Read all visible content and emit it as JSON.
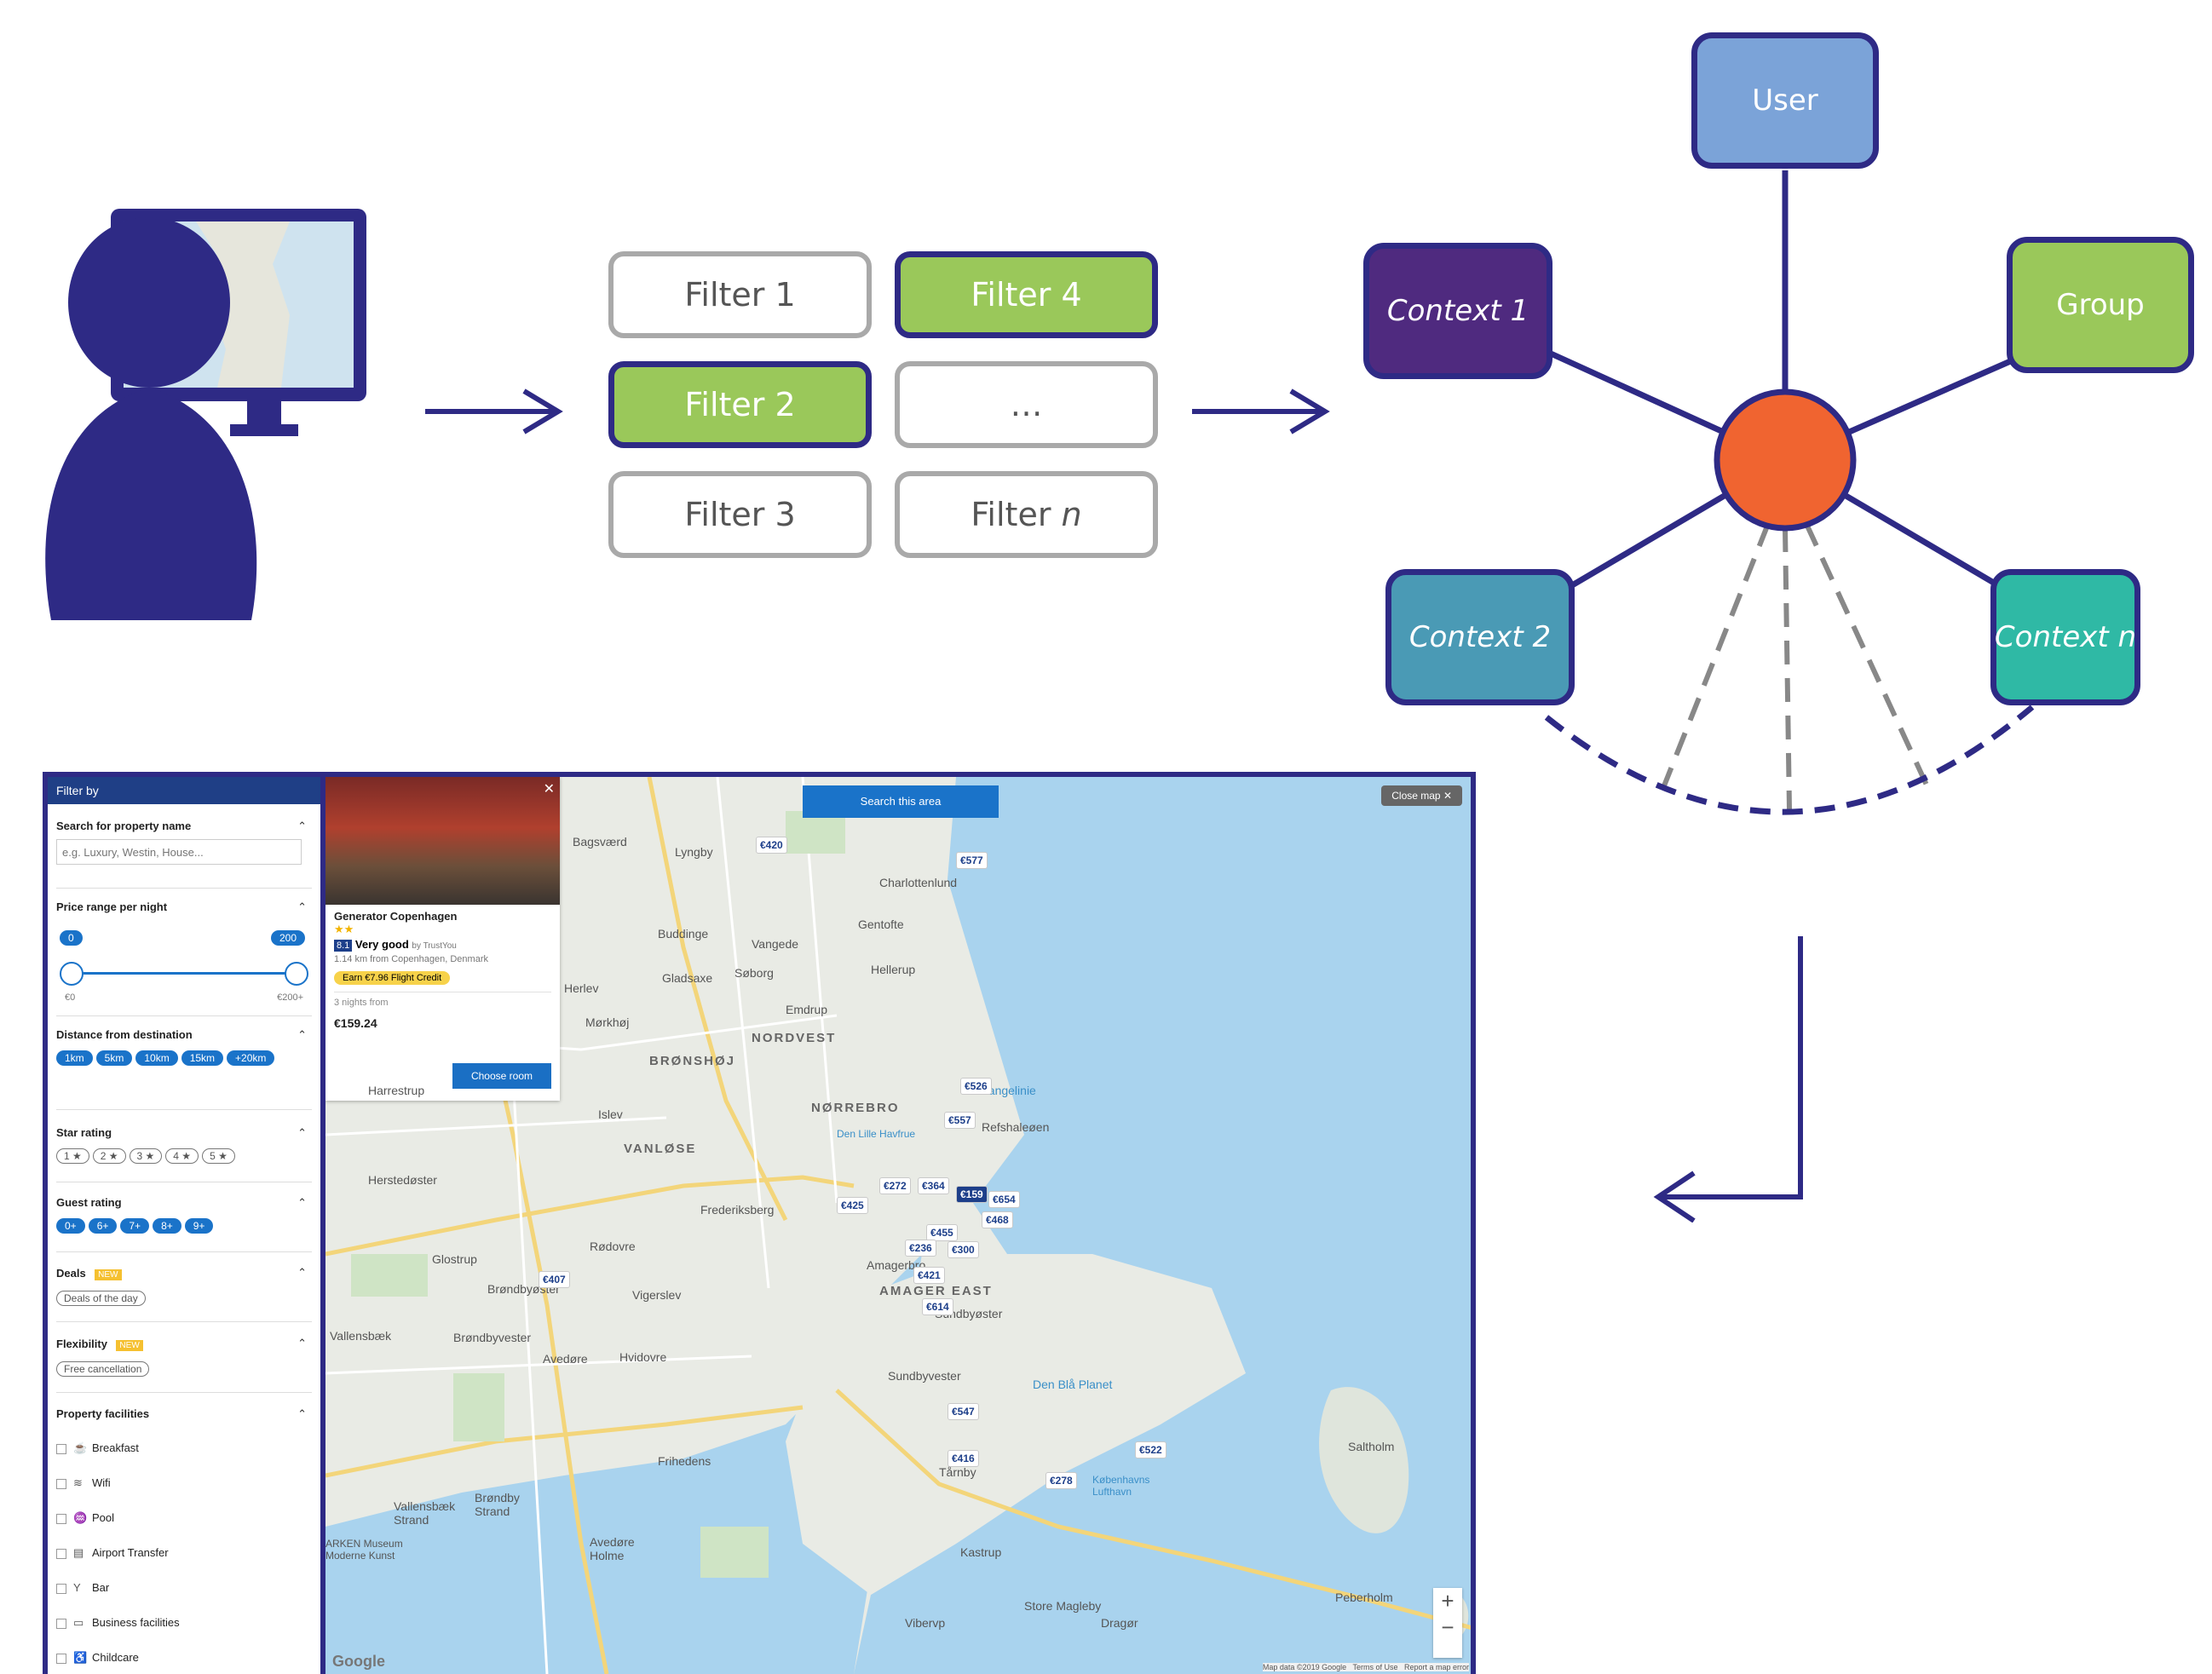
{
  "filters": {
    "items": [
      "Filter 1",
      "Filter 4",
      "Filter 2",
      "…",
      "Filter 3"
    ],
    "last_prefix": "Filter ",
    "last_italic": "n"
  },
  "graph": {
    "user": "User",
    "group": "Group",
    "context1": "Context 1",
    "context2": "Context 2",
    "contextn_prefix": "Context ",
    "contextn_italic": "n"
  },
  "colors": {
    "accent": "#2e2a85",
    "green": "#9ac85a",
    "center": "#f06430",
    "user": "#7ba3d8",
    "context1": "#4f2a7f",
    "context2": "#4a9ab5",
    "contextn": "#2fb9a5"
  },
  "sidebar": {
    "header": "Filter by",
    "search_title": "Search for property name",
    "search_placeholder": "e.g. Luxury, Westin, House...",
    "price_title": "Price range per night",
    "price_min": "0",
    "price_max": "200",
    "price_min_label": "€0",
    "price_max_label": "€200+",
    "distance_title": "Distance from destination",
    "distances": [
      "1km",
      "5km",
      "10km",
      "15km",
      "+20km"
    ],
    "star_title": "Star rating",
    "stars": [
      "1 ★",
      "2 ★",
      "3 ★",
      "4 ★",
      "5 ★"
    ],
    "guest_title": "Guest rating",
    "guests": [
      "0+",
      "6+",
      "7+",
      "8+",
      "9+"
    ],
    "deals_title": "Deals",
    "deals_badge": "NEW",
    "deals_option": "Deals of the day",
    "flex_title": "Flexibility",
    "flex_badge": "NEW",
    "flex_option": "Free cancellation",
    "facilities_title": "Property facilities",
    "facilities": [
      "Breakfast",
      "Wifi",
      "Pool",
      "Airport Transfer",
      "Bar",
      "Business facilities",
      "Childcare"
    ]
  },
  "map": {
    "search_area": "Search this area",
    "close_map": "Close map",
    "google": "Google",
    "footer": "Map data ©2019 Google   Terms of Use   Report a map error",
    "zoom_in": "+",
    "zoom_out": "−",
    "hotel": {
      "name": "Generator Copenhagen",
      "stars": "★★",
      "score": "8.1",
      "rating": "Very good",
      "by": "by TrustYou",
      "distance": "1.14 km from Copenhagen, Denmark",
      "credit": "Earn €7.96 Flight Credit",
      "nights": "3 nights from",
      "price": "€159.24",
      "button": "Choose room"
    },
    "places": [
      "Lyngby",
      "Bagsværd",
      "Charlottenlund",
      "Gentofte",
      "Hellerup",
      "Buddinge",
      "Vangede",
      "Gladsaxe",
      "Søborg",
      "Emdrup",
      "NORDVEST",
      "BRØNSHØJ",
      "Herlev",
      "Mørkhøj",
      "NØRREBRO",
      "Langelinie",
      "Refshaleøen",
      "Harrestrup",
      "VANLØSE",
      "Islev",
      "Herstedøster",
      "Frederiksberg",
      "Rødovre",
      "Glostrup",
      "Vigerslev",
      "Brøndbyøster",
      "Amagerbro",
      "AMAGER EAST",
      "Sundbyøster",
      "Sundbyvester",
      "Vallensbæk",
      "Brøndbyvester",
      "Avedøre",
      "Hvidovre",
      "Den Blå Planet",
      "Saltholm",
      "Frihedens",
      "Tårnby",
      "Kastrup",
      "Vallensbæk Strand",
      "Brøndby Strand",
      "Avedøre Holme",
      "Store Magleby",
      "Dragør",
      "Vibervp",
      "Peberholm",
      "ARKEN Museum Moderne Kunst",
      "Københavns Lufthavn",
      "Den Lille Havfrue"
    ],
    "prices": [
      "€420",
      "€577",
      "€526",
      "€557",
      "€272",
      "€364",
      "€159",
      "€654",
      "€468",
      "€425",
      "€455",
      "€300",
      "€236",
      "€421",
      "€614",
      "€407",
      "€547",
      "€416",
      "€522",
      "€278"
    ]
  }
}
